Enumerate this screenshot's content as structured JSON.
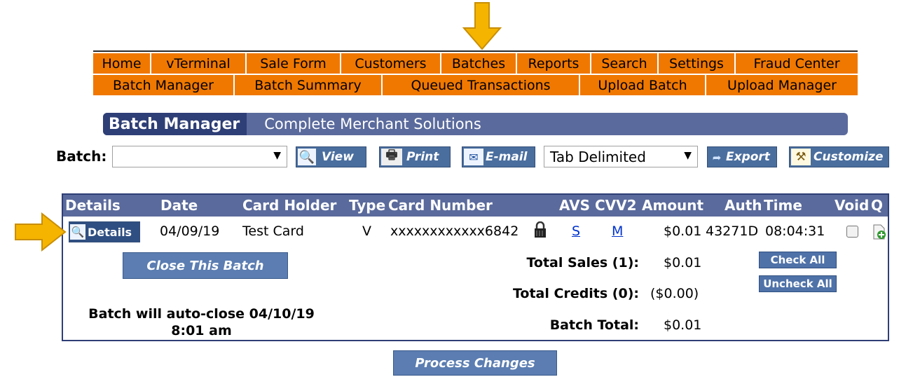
{
  "nav_primary": [
    "Home",
    "vTerminal",
    "Sale Form",
    "Customers",
    "Batches",
    "Reports",
    "Search",
    "Settings",
    "Fraud Center"
  ],
  "nav_secondary": [
    "Batch Manager",
    "Batch Summary",
    "Queued Transactions",
    "Upload Batch",
    "Upload Manager"
  ],
  "header": {
    "title": "Batch Manager",
    "subtitle": "Complete Merchant Solutions"
  },
  "toolbar": {
    "batch_label": "Batch:",
    "batch_select_value": "",
    "view_label": "View",
    "print_label": "Print",
    "email_label": "E-mail",
    "format_select_value": "Tab Delimited",
    "export_label": "Export",
    "customize_label": "Customize"
  },
  "table": {
    "columns": [
      "Details",
      "Date",
      "Card Holder",
      "Type",
      "Card Number",
      "AVS",
      "CVV2",
      "Amount",
      "Auth",
      "Time",
      "Void",
      "Q"
    ],
    "rows": [
      {
        "details_button": "Details",
        "date": "04/09/19",
        "card_holder": "Test Card",
        "type": "V",
        "card_number": "xxxxxxxxxxxx6842",
        "avs": "S",
        "cvv2": "M",
        "amount": "$0.01",
        "auth": "43271D",
        "time": "08:04:31"
      }
    ]
  },
  "actions": {
    "close_batch": "Close This Batch",
    "check_all": "Check All",
    "uncheck_all": "Uncheck All",
    "process_changes": "Process Changes"
  },
  "summary": {
    "total_sales_label": "Total Sales (1):",
    "total_sales": "$0.01",
    "total_credits_label": "Total Credits (0):",
    "total_credits": "($0.00)",
    "batch_total_label": "Batch Total:",
    "batch_total": "$0.01"
  },
  "auto_close_line1": "Batch will auto-close 04/10/19",
  "auto_close_line2": "8:01 am",
  "colors": {
    "nav": "#f07800",
    "header": "#5a6a9c",
    "header_title": "#2e3e76",
    "arrow": "#f5b400"
  }
}
